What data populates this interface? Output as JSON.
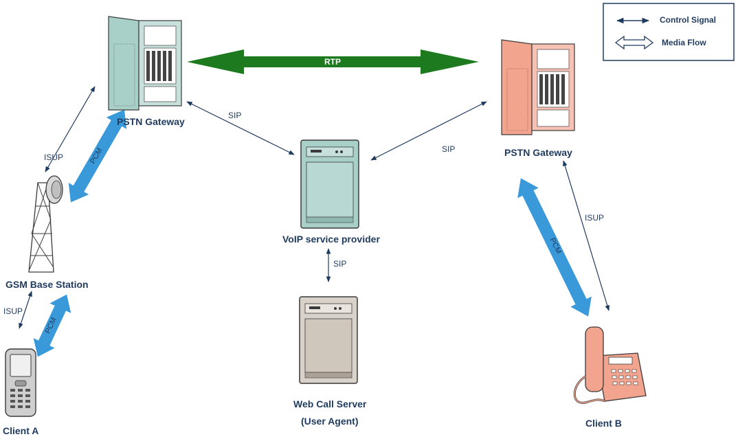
{
  "legend": {
    "control_signal": "Control Signal",
    "media_flow": "Media Flow"
  },
  "nodes": {
    "pstn_gateway_left": "PSTN Gateway",
    "pstn_gateway_right": "PSTN Gateway",
    "voip_provider": "VoIP service provider",
    "gsm_base_station": "GSM Base Station",
    "web_call_server_line1": "Web Call Server",
    "web_call_server_line2": "(User Agent)",
    "client_a": "Client A",
    "client_b": "Client B"
  },
  "links": {
    "rtp": "RTP",
    "sip_left": "SIP",
    "sip_right": "SIP",
    "sip_down": "SIP",
    "isup_left_upper": "ISUP",
    "isup_left_lower": "ISUP",
    "isup_right": "ISUP",
    "pcm_left_upper": "PCM",
    "pcm_left_lower": "PCM",
    "pcm_right": "PCM"
  },
  "colors": {
    "text": "#1f3a5f",
    "rtp_green": "#1e7a1e",
    "pcm_blue": "#3a9ad9",
    "gateway_left": "#a9cfc9",
    "gateway_right": "#f2a48e",
    "server_voip": "#a9cfc9",
    "server_web": "#d9d2ca",
    "phone_b": "#f2a48e"
  }
}
